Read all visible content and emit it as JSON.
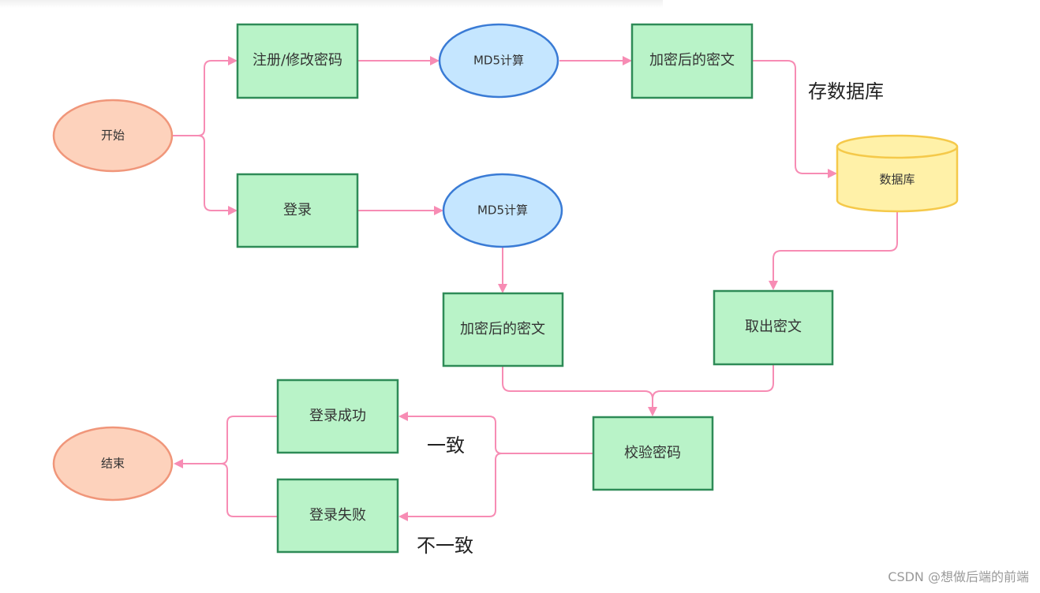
{
  "colors": {
    "process_fill": "#b9f3c8",
    "process_stroke": "#2e8b57",
    "compute_fill": "#c5e6ff",
    "compute_stroke": "#3a7bd5",
    "terminal_fill": "#fdd2bc",
    "terminal_stroke": "#f0967a",
    "database_fill": "#fff1a8",
    "database_stroke": "#f5c94a",
    "connector": "#f78cb4"
  },
  "nodes": {
    "start": "开始",
    "register": "注册/修改密码",
    "md5_top": "MD5计算",
    "encrypted_top": "加密后的密文",
    "database": "数据库",
    "login": "登录",
    "md5_bottom": "MD5计算",
    "encrypted_bottom": "加密后的密文",
    "fetch_cipher": "取出密文",
    "verify": "校验密码",
    "login_success": "登录成功",
    "login_fail": "登录失败",
    "end": "结束"
  },
  "edge_labels": {
    "store_db": "存数据库",
    "match": "一致",
    "mismatch": "不一致"
  },
  "watermark": "CSDN @想做后端的前端"
}
